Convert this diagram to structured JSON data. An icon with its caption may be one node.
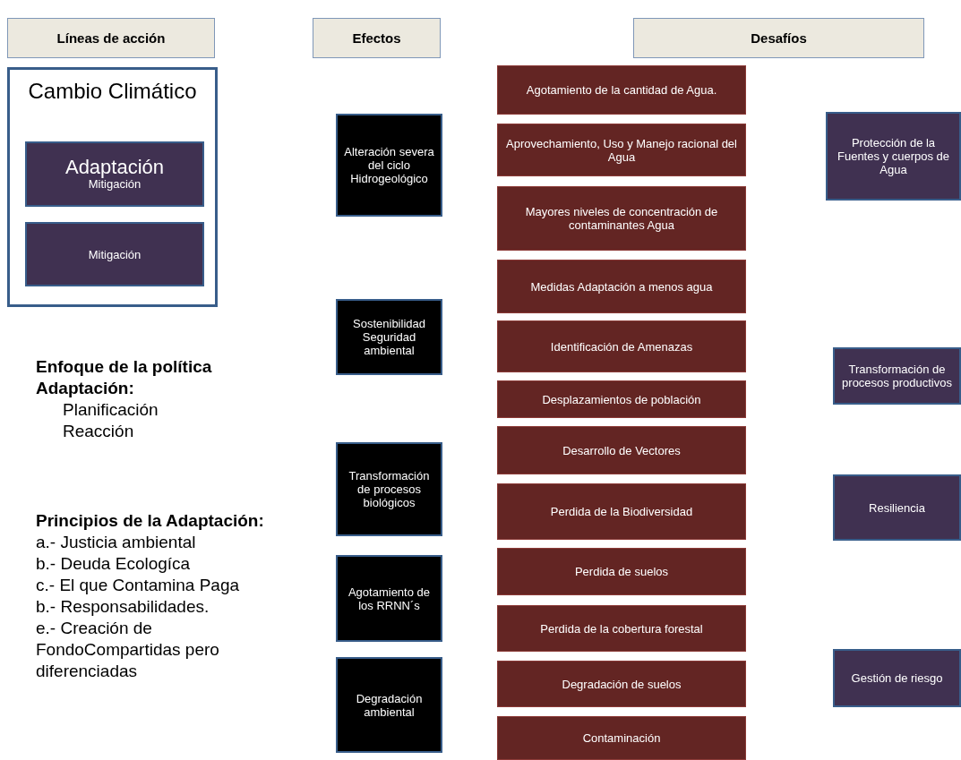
{
  "diagram": {
    "nodes": [
      {
        "text": [
          "Líneas de acción"
        ]
      },
      {
        "text": [
          "Efectos"
        ]
      },
      {
        "text": [
          "Desafíos"
        ]
      },
      {
        "text": [
          "Cambio Climático"
        ]
      },
      {
        "text": [
          "Adaptación",
          "Mitigación"
        ],
        "in": 3
      },
      {
        "text": [
          "Mitigación"
        ],
        "in": 3
      },
      {
        "text": [
          "Alteración severa del ciclo Hidrogeológico"
        ]
      },
      {
        "text": [
          "Sostenibilidad Seguridad ambiental"
        ]
      },
      {
        "text": [
          "Transformación de procesos biológicos"
        ]
      },
      {
        "text": [
          "Agotamiento de los RRNN´s"
        ]
      },
      {
        "text": [
          "Degradación ambiental"
        ]
      },
      {
        "text": [
          "Agotamiento de la cantidad de Agua."
        ]
      },
      {
        "text": [
          "Aprovechamiento, Uso y Manejo racional del Agua"
        ]
      },
      {
        "text": [
          "Mayores niveles de concentración de contaminantes Agua"
        ]
      },
      {
        "text": [
          "Medidas Adaptación a menos agua"
        ]
      },
      {
        "text": [
          "Identificación de Amenazas"
        ]
      },
      {
        "text": [
          "Desplazamientos de población"
        ]
      },
      {
        "text": [
          "Desarrollo de Vectores"
        ]
      },
      {
        "text": [
          "Perdida de la Biodiversidad"
        ]
      },
      {
        "text": [
          "Perdida de suelos"
        ]
      },
      {
        "text": [
          "Perdida de la cobertura forestal"
        ]
      },
      {
        "text": [
          "Degradación de suelos"
        ]
      },
      {
        "text": [
          "Contaminación"
        ]
      },
      {
        "text": [
          "Protección de la Fuentes y cuerpos de Agua"
        ]
      },
      {
        "text": [
          "Transformación de procesos productivos"
        ]
      },
      {
        "text": [
          "Resiliencia"
        ]
      },
      {
        "text": [
          "Gestión de riesgo"
        ]
      }
    ],
    "edges": [],
    "labels": [
      "Enfoque de la política Adaptación:",
      "Planificación",
      "Reacción",
      "Principios de la Adaptación:",
      "a.- Justicia ambiental",
      "b.- Deuda Ecologíca",
      "c.- El que Contamina Paga",
      "b.- Responsabilidades.",
      "e.- Creación de FondoCompartidas pero diferenciadas"
    ]
  }
}
